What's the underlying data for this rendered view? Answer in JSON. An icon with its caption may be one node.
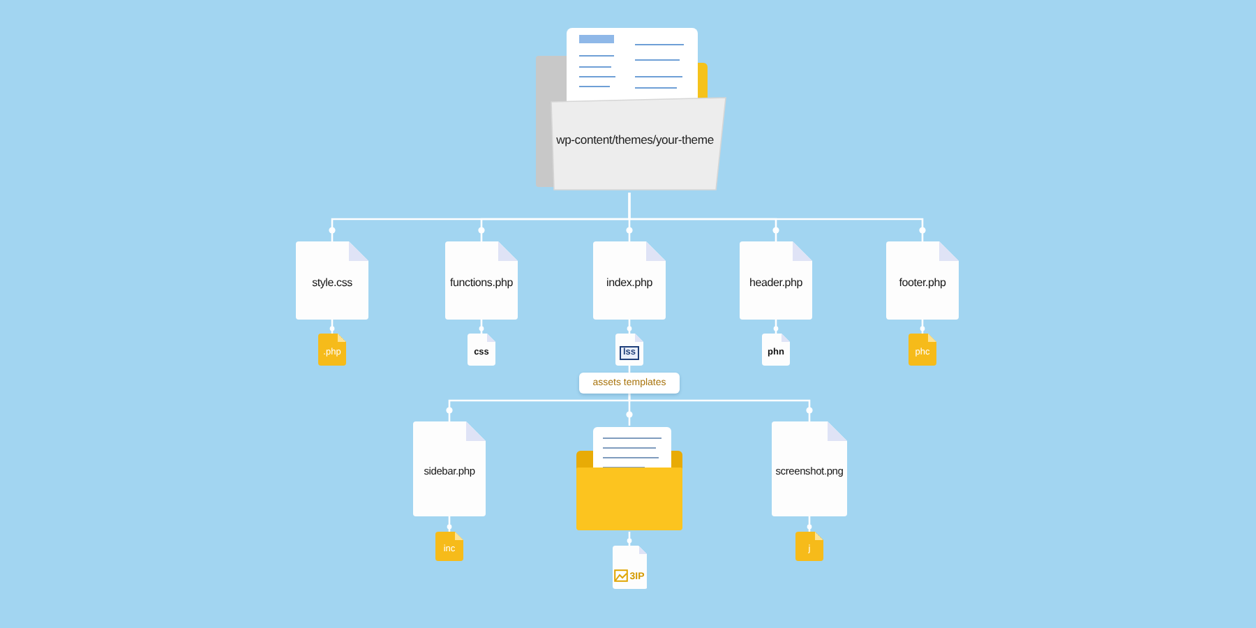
{
  "diagram": {
    "nodes": [
      {
        "text": [
          "wp-content/themes/your-theme"
        ]
      },
      {
        "text": [
          "style.css"
        ]
      },
      {
        "text": [
          "functions.php"
        ]
      },
      {
        "text": [
          "index.php"
        ]
      },
      {
        "text": [
          "header.php"
        ]
      },
      {
        "text": [
          "footer.php"
        ]
      },
      {
        "text": [
          ".php"
        ]
      },
      {
        "text": [
          "css"
        ]
      },
      {
        "text": [
          "lss"
        ]
      },
      {
        "text": [
          "phn"
        ]
      },
      {
        "text": [
          "phc"
        ]
      },
      {
        "text": [
          "assets templates"
        ]
      },
      {
        "text": [
          "sidebar.php"
        ]
      },
      {
        "text": [],
        "shape": "folder"
      },
      {
        "text": [
          "screenshot.png"
        ]
      },
      {
        "text": [
          "inc"
        ]
      },
      {
        "text": [
          "3IP"
        ]
      },
      {
        "text": [
          "j"
        ]
      }
    ],
    "edges": [
      {
        "from": 0,
        "to": 1,
        "arrow": "other"
      },
      {
        "from": 0,
        "to": 2,
        "arrow": "other"
      },
      {
        "from": 0,
        "to": 3,
        "arrow": "other"
      },
      {
        "from": 0,
        "to": 4,
        "arrow": "other"
      },
      {
        "from": 0,
        "to": 5,
        "arrow": "other"
      },
      {
        "from": 1,
        "to": 6,
        "arrow": "other"
      },
      {
        "from": 2,
        "to": 7,
        "arrow": "other"
      },
      {
        "from": 3,
        "to": 8,
        "arrow": "other"
      },
      {
        "from": 4,
        "to": 9,
        "arrow": "other"
      },
      {
        "from": 5,
        "to": 10,
        "arrow": "other"
      },
      {
        "from": 8,
        "to": 11,
        "arrow": "none"
      },
      {
        "from": 11,
        "to": 12,
        "arrow": "other"
      },
      {
        "from": 11,
        "to": 13,
        "arrow": "other"
      },
      {
        "from": 11,
        "to": 14,
        "arrow": "other"
      },
      {
        "from": 12,
        "to": 15,
        "arrow": "other"
      },
      {
        "from": 13,
        "to": 16,
        "arrow": "other"
      },
      {
        "from": 14,
        "to": 17,
        "arrow": "other"
      }
    ]
  }
}
